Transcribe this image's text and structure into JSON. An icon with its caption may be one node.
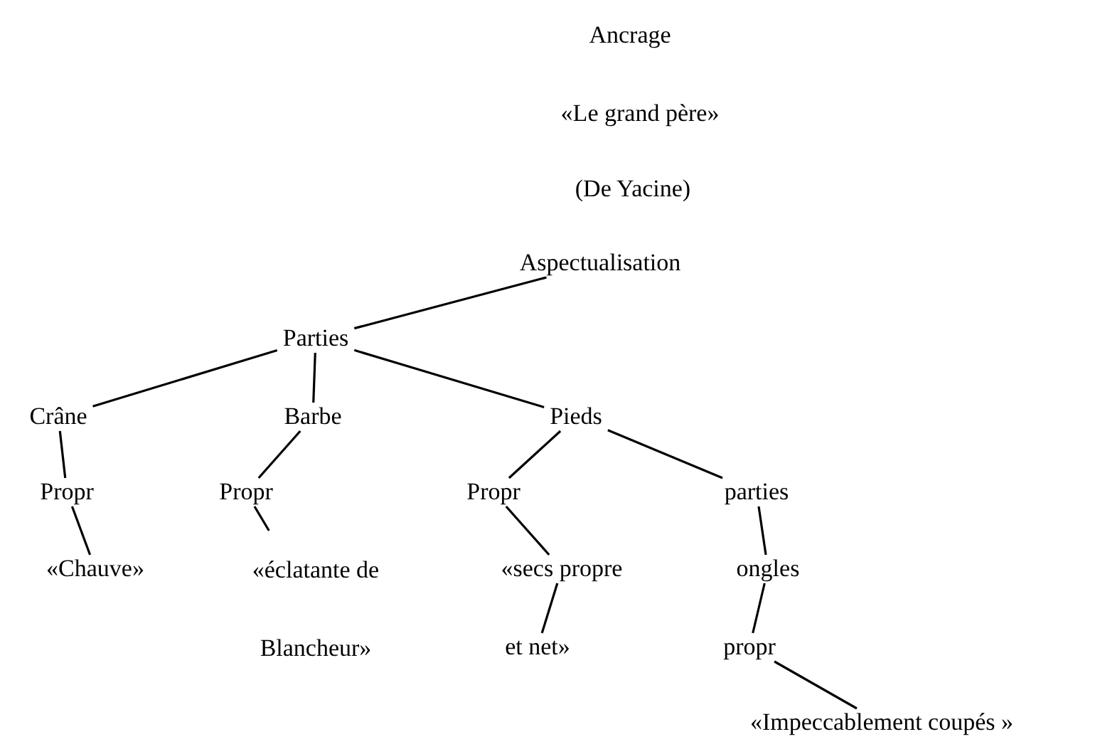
{
  "diagram": {
    "nodes": [
      {
        "text": [
          "Aspectualisation"
        ]
      },
      {
        "text": [
          "Parties"
        ]
      },
      {
        "text": [
          "Crâne"
        ]
      },
      {
        "text": [
          "Barbe"
        ]
      },
      {
        "text": [
          "Pieds"
        ]
      },
      {
        "text": [
          "Propr"
        ]
      },
      {
        "text": [
          "Propr"
        ]
      },
      {
        "text": [
          "Propr"
        ]
      },
      {
        "text": [
          "parties"
        ]
      },
      {
        "text": [
          "«Chauve»"
        ]
      },
      {
        "text": [
          "«éclatante de Blancheur»"
        ]
      },
      {
        "text": [
          "«secs propre"
        ]
      },
      {
        "text": [
          "et net»"
        ]
      },
      {
        "text": [
          "ongles"
        ]
      },
      {
        "text": [
          "propr"
        ]
      },
      {
        "text": [
          "«Impeccablement coupés »"
        ]
      }
    ],
    "edges": [
      {
        "from": 1,
        "to": 0,
        "arrow": "none"
      },
      {
        "from": 1,
        "to": 2,
        "arrow": "none"
      },
      {
        "from": 1,
        "to": 3,
        "arrow": "none"
      },
      {
        "from": 1,
        "to": 4,
        "arrow": "none"
      },
      {
        "from": 2,
        "to": 5,
        "arrow": "none"
      },
      {
        "from": 3,
        "to": 6,
        "arrow": "none"
      },
      {
        "from": 4,
        "to": 7,
        "arrow": "none"
      },
      {
        "from": 4,
        "to": 8,
        "arrow": "none"
      },
      {
        "from": 5,
        "to": 9,
        "arrow": "none"
      },
      {
        "from": 6,
        "to": 10,
        "arrow": "none"
      },
      {
        "from": 7,
        "to": 11,
        "arrow": "none"
      },
      {
        "from": 11,
        "to": 12,
        "arrow": "none"
      },
      {
        "from": 8,
        "to": 13,
        "arrow": "none"
      },
      {
        "from": 13,
        "to": 14,
        "arrow": "none"
      },
      {
        "from": 14,
        "to": 15,
        "arrow": "none"
      }
    ],
    "labels": [
      "Ancrage",
      "«Le grand père»",
      "(De Yacine)"
    ]
  }
}
